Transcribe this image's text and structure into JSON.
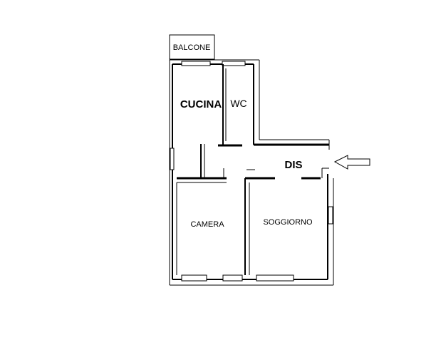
{
  "rooms": {
    "balcone": "BALCONE",
    "cucina": "CUCINA",
    "wc": "WC",
    "dis": "DIS",
    "camera": "CAMERA",
    "soggiorno": "SOGGIORNO"
  },
  "entrance": {
    "icon": "arrow-left-icon"
  }
}
